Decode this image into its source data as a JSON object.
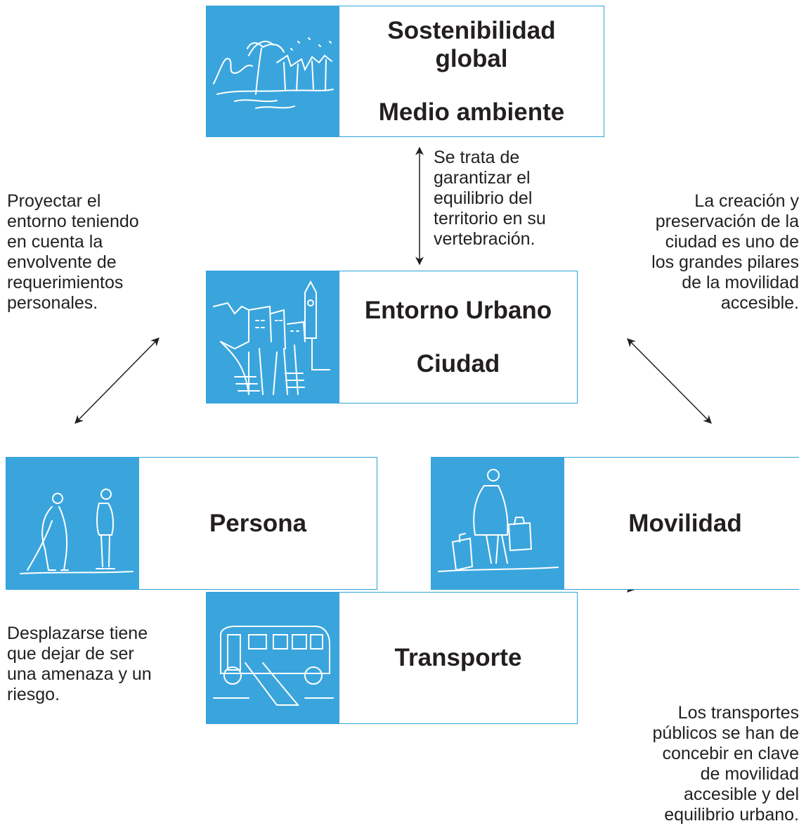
{
  "nodes": {
    "sostenibilidad": {
      "line1": "Sostenibilidad",
      "line2": "global",
      "line3": "Medio ambiente",
      "icon": "palm-landscape-sketch-icon"
    },
    "entorno": {
      "line1": "Entorno Urbano",
      "line2": "Ciudad",
      "icon": "city-buildings-sketch-icon"
    },
    "persona": {
      "label": "Persona",
      "icon": "two-persons-sketch-icon"
    },
    "movilidad": {
      "label": "Movilidad",
      "icon": "person-with-luggage-sketch-icon"
    },
    "transporte": {
      "label": "Transporte",
      "icon": "bus-with-ramp-sketch-icon"
    }
  },
  "notes": {
    "top_center": [
      "Se trata de",
      "garantizar el",
      "equilibrio del",
      "territorio en su",
      "vertebración."
    ],
    "top_left": [
      "Proyectar el",
      "entorno teniendo",
      "en cuenta la",
      "envolvente de",
      "requerimientos",
      "personales."
    ],
    "top_right": [
      "La creación y",
      "preservación de la",
      "ciudad es uno de",
      "los grandes pilares",
      "de la movilidad",
      "accesible."
    ],
    "bottom_left": [
      "Desplazarse tiene",
      "que dejar de ser",
      "una amenaza y un",
      "riesgo."
    ],
    "bottom_right": [
      "Los transportes",
      "públicos se han de",
      "concebir en clave",
      "de movilidad",
      "accesible y del",
      "equilibrio urbano."
    ]
  },
  "colors": {
    "accent_blue": "#3aa5dd",
    "border_blue": "#2fa0da",
    "text": "#231f20"
  }
}
